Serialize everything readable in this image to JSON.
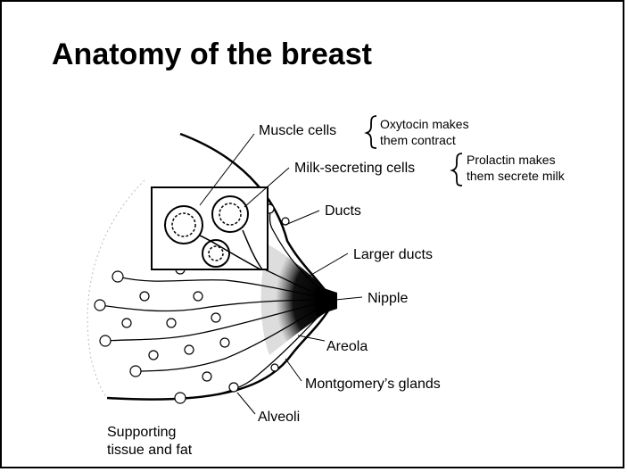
{
  "title": "Anatomy of the breast",
  "labels": {
    "muscle_cells": "Muscle cells",
    "oxytocin_line1": "Oxytocin makes",
    "oxytocin_line2": "them contract",
    "milk_cells": "Milk-secreting cells",
    "prolactin_line1": "Prolactin makes",
    "prolactin_line2": "them secrete milk",
    "ducts": "Ducts",
    "larger_ducts": "Larger ducts",
    "nipple": "Nipple",
    "areola": "Areola",
    "montgomery": "Montgomery’s glands",
    "alveoli": "Alveoli",
    "supporting_line1": "Supporting",
    "supporting_line2": "tissue and fat"
  }
}
